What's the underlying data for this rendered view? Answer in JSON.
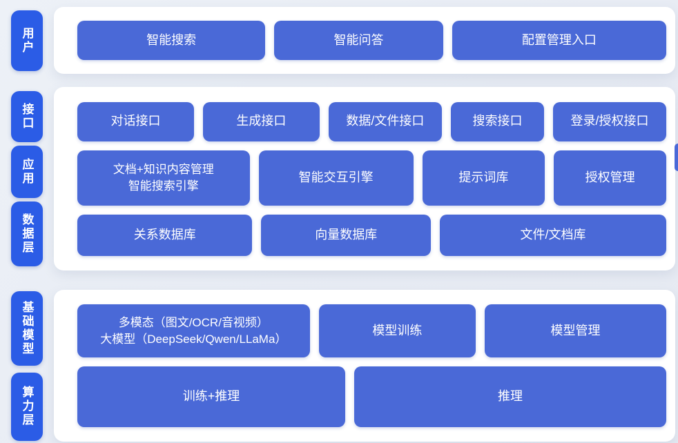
{
  "diagram": {
    "colors": {
      "background": "#e9edf4",
      "panel": "#ffffff",
      "box_blue": "#4a69d7",
      "layer_label_blue": "#2b5ce6",
      "text": "#ffffff"
    },
    "sections": [
      {
        "labels": [
          {
            "text": "用户"
          }
        ],
        "rows": [
          {
            "buttons": [
              {
                "label": "智能搜索"
              },
              {
                "label": "智能问答"
              },
              {
                "label": "配置管理入口"
              }
            ]
          }
        ]
      },
      {
        "labels": [
          {
            "text": "接口"
          },
          {
            "text": "应用"
          },
          {
            "text": "数据层"
          }
        ],
        "rows": [
          {
            "buttons": [
              {
                "label": "对话接口"
              },
              {
                "label": "生成接口"
              },
              {
                "label": "数据/文件接口"
              },
              {
                "label": "搜索接口"
              },
              {
                "label": "登录/授权接口"
              }
            ]
          },
          {
            "buttons": [
              {
                "label": "文档+知识内容管理\n智能搜索引擎"
              },
              {
                "label": "智能交互引擎"
              },
              {
                "label": "提示词库"
              },
              {
                "label": "授权管理"
              }
            ]
          },
          {
            "buttons": [
              {
                "label": "关系数据库"
              },
              {
                "label": "向量数据库"
              },
              {
                "label": "文件/文档库"
              }
            ]
          }
        ]
      },
      {
        "labels": [
          {
            "text": "基础模型"
          },
          {
            "text": "算力层"
          }
        ],
        "rows": [
          {
            "buttons": [
              {
                "label": "多模态（图文/OCR/音视频）\n大模型（DeepSeek/Qwen/LLaMa）"
              },
              {
                "label": "模型训练"
              },
              {
                "label": "模型管理"
              }
            ]
          },
          {
            "buttons": [
              {
                "label": "训练+推理"
              },
              {
                "label": "推理"
              }
            ]
          }
        ]
      }
    ]
  }
}
